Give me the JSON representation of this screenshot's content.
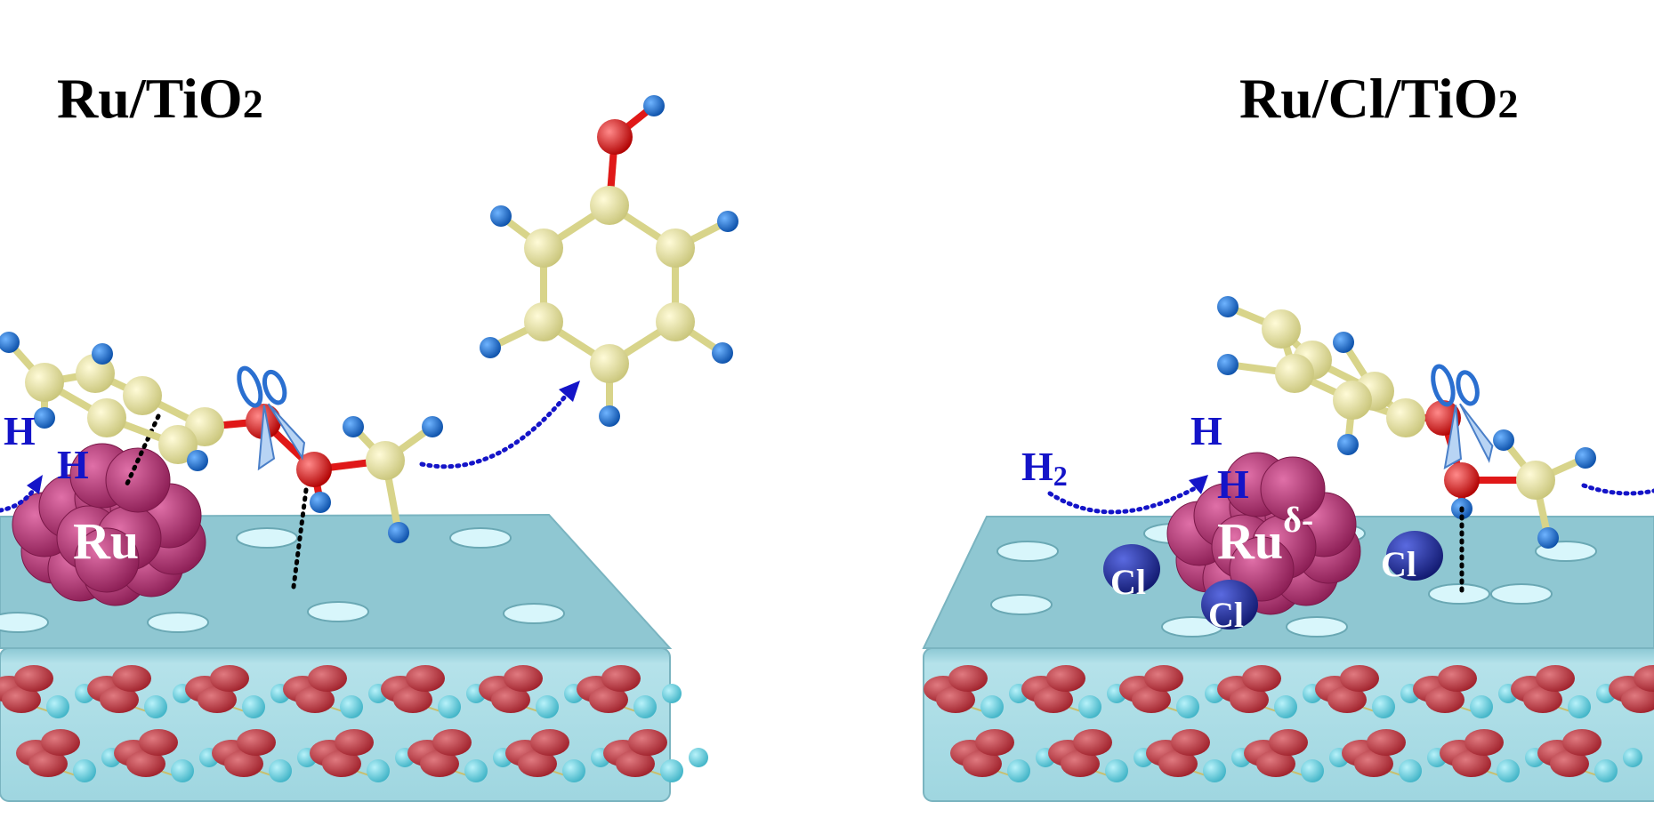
{
  "panels": {
    "left": {
      "title_main": "Ru/TiO",
      "title_sub": "2",
      "h_labels": [
        "H",
        "H"
      ],
      "metal_label": "Ru"
    },
    "right": {
      "title_main": "Ru/Cl/TiO",
      "title_sub": "2",
      "h2_main": "H",
      "h2_sub": "2",
      "h_labels": [
        "H",
        "H"
      ],
      "metal_label": "Ru",
      "metal_charge": "δ-",
      "cl_labels": [
        "Cl",
        "Cl",
        "Cl"
      ]
    }
  },
  "colors": {
    "support_top": "#9fd3dc",
    "support_front": "#a9dbe4",
    "ru_cluster": "#b0306e",
    "cl_atom": "#1e2a9e",
    "carbon": "#e6e39e",
    "hydrogen": "#1a6fd6",
    "oxygen": "#e01818",
    "arrow": "#1414c8",
    "lattice_o": "#c0343c",
    "lattice_ti": "#5ccfe0"
  }
}
